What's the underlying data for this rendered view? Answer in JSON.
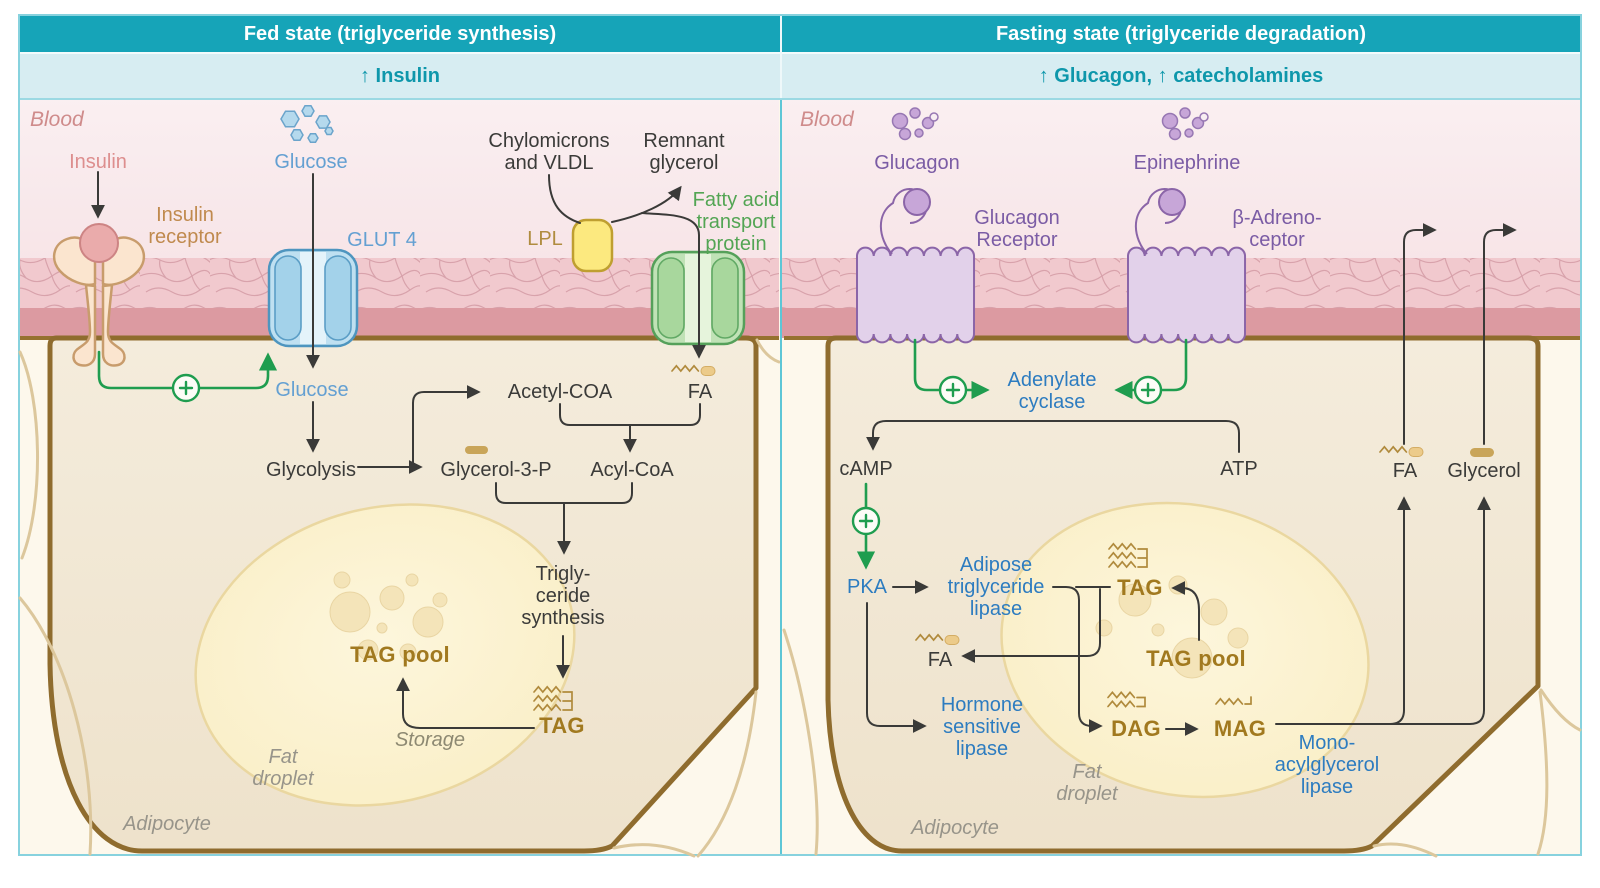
{
  "header": {
    "left": {
      "title": "Fed state (triglyceride synthesis)",
      "subtitle": "↑ Insulin"
    },
    "right": {
      "title": "Fasting state (triglyceride degradation)",
      "subtitle": "↑ Glucagon, ↑ catecholamines"
    }
  },
  "left_panel": {
    "region_label": "Blood",
    "labels": {
      "insulin": "Insulin",
      "insulin_receptor": "Insulin\nreceptor",
      "glucose_blood": "Glucose",
      "glut4": "GLUT 4",
      "chylomicrons": "Chylomicrons\nand VLDL",
      "remnant_glycerol": "Remnant\nglycerol",
      "lpl": "LPL",
      "fatty_acid_transport_protein": "Fatty acid\ntransport\nprotein",
      "glucose_cell": "Glucose",
      "glycolysis": "Glycolysis",
      "acetyl_coa": "Acetyl-COA",
      "fa": "FA",
      "glycerol_3_p": "Glycerol-3-P",
      "acyl_coa": "Acyl-CoA",
      "triglyceride_synthesis": "Trigly-\nceride\nsynthesis",
      "tag": "TAG",
      "tag_pool": "TAG pool",
      "storage": "Storage",
      "fat_droplet": "Fat\ndroplet",
      "adipocyte": "Adipocyte"
    }
  },
  "right_panel": {
    "region_label": "Blood",
    "labels": {
      "glucagon": "Glucagon",
      "glucagon_receptor": "Glucagon\nReceptor",
      "epinephrine": "Epinephrine",
      "beta_adrenoceptor": "β-Adreno-\nceptor",
      "adenylate_cyclase": "Adenylate\ncyclase",
      "camp": "cAMP",
      "atp": "ATP",
      "pka": "PKA",
      "adipose_triglyceride_lipase": "Adipose\ntriglyceride\nlipase",
      "fa_intracellular": "FA",
      "hormone_sensitive_lipase": "Hormone\nsensitive\nlipase",
      "tag": "TAG",
      "tag_pool": "TAG pool",
      "dag": "DAG",
      "mag": "MAG",
      "monoacylglycerol_lipase": "Mono-\nacylglycerol\nlipase",
      "fa_released": "FA",
      "glycerol": "Glycerol",
      "fat_droplet": "Fat\ndroplet",
      "adipocyte": "Adipocyte"
    }
  },
  "icons": {
    "plus_activation": "circled plus = stimulation",
    "zigzag_chain": "fatty acid chain",
    "tan_pill": "glycerol backbone",
    "hexagon_cluster": "glucose molecules",
    "dot_cluster": "hormone molecules"
  },
  "colors": {
    "header_teal": "#16a4b8",
    "subheader_bg": "#d7edf2",
    "subheader_text": "#0e97ab",
    "blood_pink": "#f8e9ec",
    "membrane_pink": "#f1c9ce",
    "membrane_stripe": "#dc9aa1",
    "cell_beige": "#f2e9d8",
    "cell_border_brown": "#96712f",
    "fat_droplet_yellow": "#fbf2d2",
    "activation_green": "#1f9d4f",
    "enzyme_blue": "#2d7cc0",
    "hormone_purple": "#7b5ca5",
    "lipid_brown": "#a1791f",
    "arrow_black": "#3a3a38"
  }
}
